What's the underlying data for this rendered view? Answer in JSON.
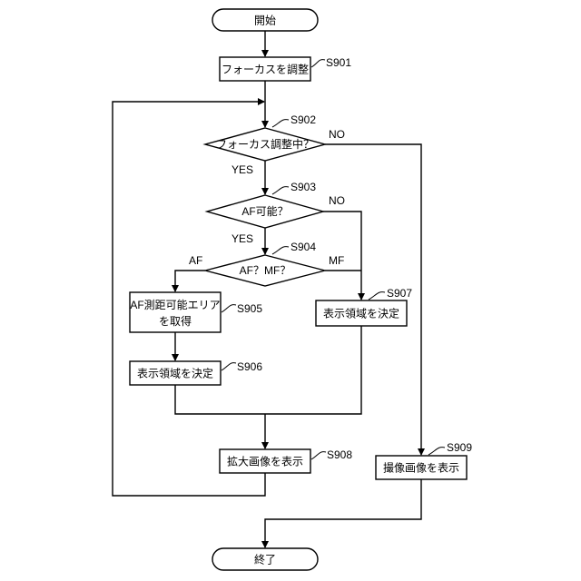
{
  "flowchart": {
    "start": {
      "text": "開始"
    },
    "end": {
      "text": "終了"
    },
    "s901": {
      "step": "S901",
      "text": "フォーカスを調整"
    },
    "s902": {
      "step": "S902",
      "text": "フォーカス調整中？",
      "yes": "YES",
      "no": "NO"
    },
    "s903": {
      "step": "S903",
      "text": "AF可能？",
      "yes": "YES",
      "no": "NO"
    },
    "s904": {
      "step": "S904",
      "text": "AF？MF？",
      "af": "AF",
      "mf": "MF"
    },
    "s905": {
      "step": "S905",
      "line1": "AF測距可能エリア",
      "line2": "を取得"
    },
    "s906": {
      "step": "S906",
      "text": "表示領域を決定"
    },
    "s907": {
      "step": "S907",
      "text": "表示領域を決定"
    },
    "s908": {
      "step": "S908",
      "text": "拡大画像を表示"
    },
    "s909": {
      "step": "S909",
      "text": "撮像画像を表示"
    }
  }
}
